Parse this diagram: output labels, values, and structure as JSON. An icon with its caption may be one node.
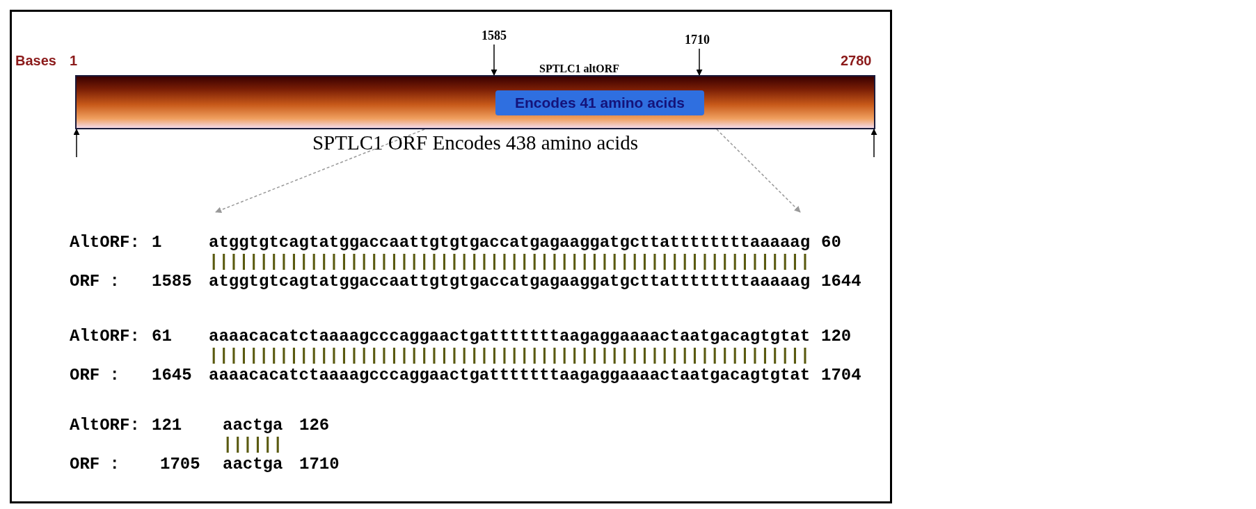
{
  "diagram": {
    "nodes": [
      {
        "text": [
          "SPTLC1 ORF Encodes 438 amino acids"
        ]
      },
      {
        "text": [
          "Encodes 41 amino acids"
        ],
        "in": 0
      },
      {
        "text": [
          "1585"
        ]
      },
      {
        "text": [
          "1710"
        ]
      }
    ],
    "edges": [
      {
        "from": 2,
        "to": 0,
        "arrow": "to"
      },
      {
        "from": 3,
        "to": 0,
        "arrow": "to"
      },
      {
        "from": null,
        "to": 0,
        "arrow": "to"
      },
      {
        "from": null,
        "to": 0,
        "arrow": "to"
      },
      {
        "from": 0,
        "to": null,
        "arrow": "to",
        "style": "dashed",
        "color": "#999999"
      },
      {
        "from": 0,
        "to": null,
        "arrow": "to",
        "style": "dashed",
        "color": "#999999"
      }
    ],
    "labels": [
      "Bases",
      "1",
      "2780",
      "SPTLC1 altORF",
      "AltORF:",
      "1",
      "atggtgtcagtatggaccaattgtgtgaccatgagaaggatgcttattttttttaaaaag",
      "60",
      "||||||||||||||||||||||||||||||||||||||||||||||||||||||||||||",
      "ORF :",
      "1585",
      "atggtgtcagtatggaccaattgtgtgaccatgagaaggatgcttattttttttaaaaag",
      "1644",
      "AltORF:",
      "61",
      "aaaacacatctaaaagcccaggaactgatttttttaagaggaaaactaatgacagtgtat",
      "120",
      "||||||||||||||||||||||||||||||||||||||||||||||||||||||||||||",
      "ORF :",
      "1645",
      "aaaacacatctaaaagcccaggaactgatttttttaagaggaaaactaatgacagtgtat",
      "1704",
      "AltORF:",
      "121",
      "aactga",
      "126",
      "||||||",
      "ORF :",
      "1705",
      "aactga",
      "1710"
    ]
  }
}
